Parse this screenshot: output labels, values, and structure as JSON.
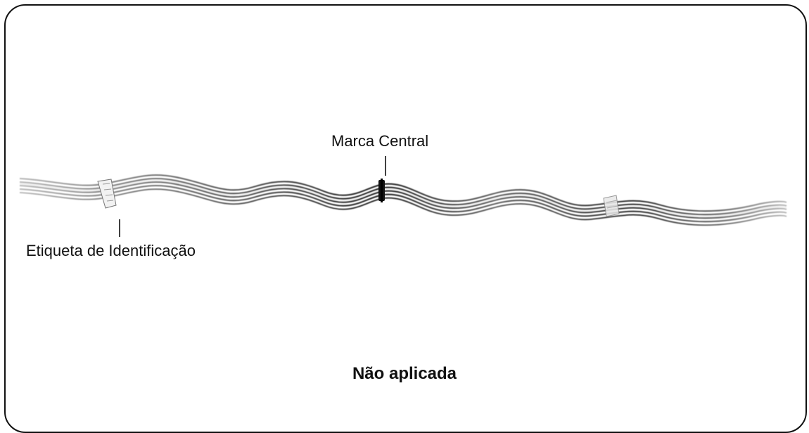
{
  "diagram": {
    "callouts": {
      "center_mark": "Marca Central",
      "id_tag": "Etiqueta de Identificação"
    },
    "caption": "Não aplicada",
    "colors": {
      "frame": "#111111",
      "rod_light": "#cfcfcf",
      "rod_dark": "#2a2a2a",
      "tag": "#f2f2f2"
    }
  }
}
